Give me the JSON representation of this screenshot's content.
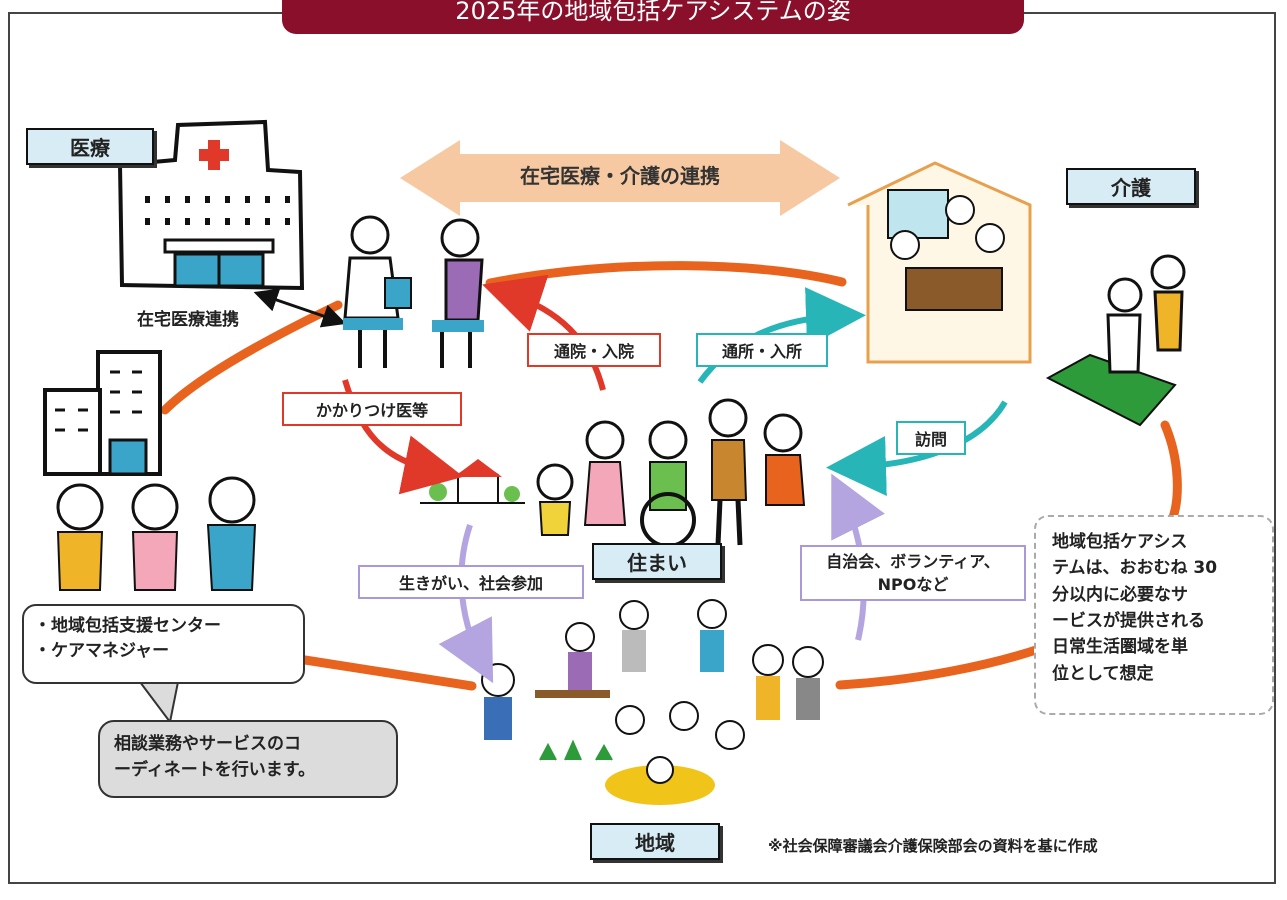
{
  "title": "2025年の地域包括ケアシステムの姿",
  "banner": "在宅医療・介護の連携",
  "categories": {
    "medical": "医療",
    "care": "介護",
    "housing": "住まい",
    "community": "地域"
  },
  "labels": {
    "home_medical_link": "在宅医療連携",
    "outpatient": "通院・入院",
    "daycare": "通所・入所",
    "visit": "訪問",
    "family_doctor": "かかりつけ医等",
    "purpose": "生きがい、社会参加",
    "volunteer_line1": "自治会、ボランティア、",
    "volunteer_line2": "NPOなど"
  },
  "support_box": {
    "line1": "・地域包括支援センター",
    "line2": "・ケアマネジャー"
  },
  "speech_bubble": {
    "line1": "相談業務やサービスのコ",
    "line2": "ーディネートを行います。"
  },
  "note": {
    "line1": "地域包括ケアシス",
    "line2": "テムは、おおむね 30",
    "line3": "分以内に必要なサ",
    "line4": "ービスが提供される",
    "line5": "日常生活圏域を単",
    "line6": "位として想定"
  },
  "source": "※社会保障審議会介護保険部会の資料を基に作成",
  "colors": {
    "title_bg": "#8a0f2a",
    "ring": "#e8641e",
    "red_arrow": "#e0392a",
    "teal_arrow": "#28b5b8",
    "purple_arrow": "#b4a5e0",
    "banner": "#f7c9a2",
    "category_bg": "#d7ecf4"
  }
}
